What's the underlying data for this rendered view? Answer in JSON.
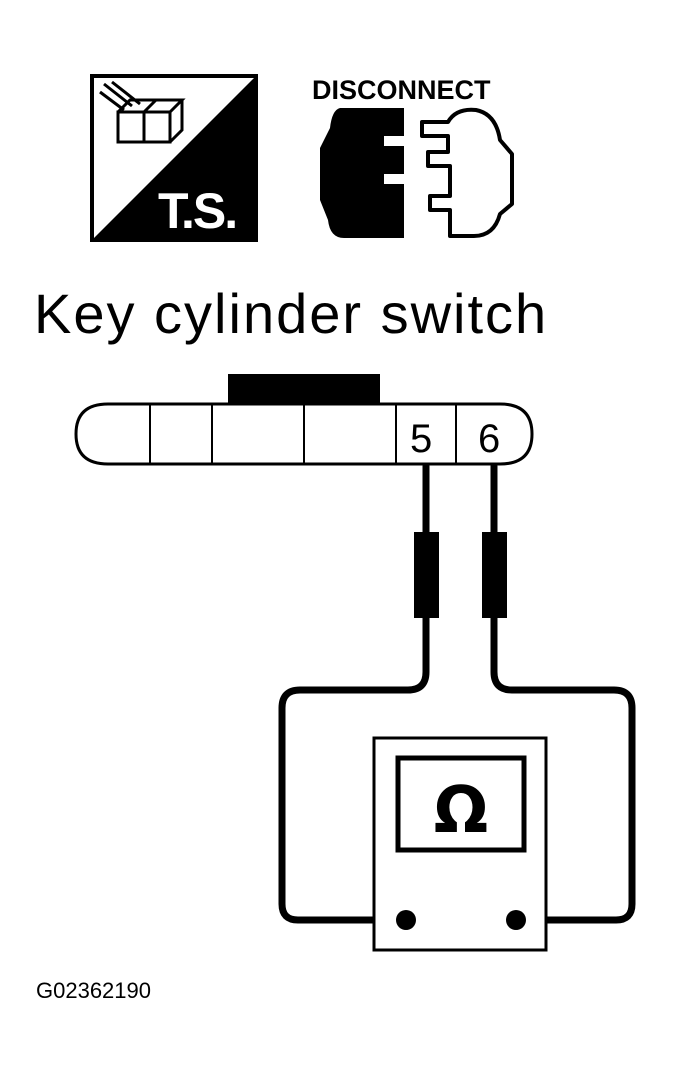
{
  "icons": {
    "ts_label": "T.S.",
    "disconnect_label": "DISCONNECT"
  },
  "title": "Key cylinder switch",
  "connector": {
    "pins": [
      "5",
      "6"
    ]
  },
  "meter": {
    "symbol": "Ω"
  },
  "figure_code": "G02362190"
}
